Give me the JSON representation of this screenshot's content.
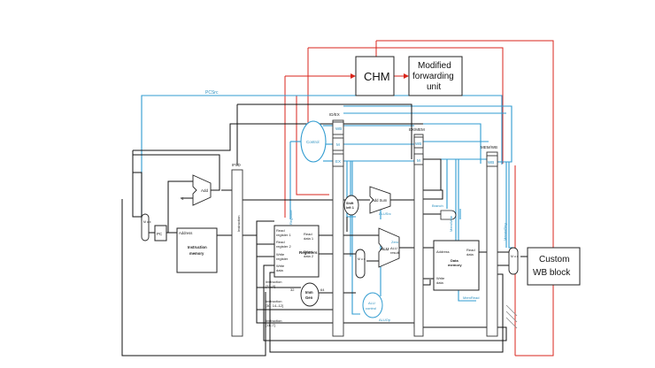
{
  "blocks": {
    "chm": "CHM",
    "forwarding_line1": "Modified",
    "forwarding_line2": "forwarding",
    "forwarding_line3": "unit",
    "custom_wb_line1": "Custom",
    "custom_wb_line2": "WB block",
    "control": "Control",
    "add1": "Add",
    "add_sum": "Add Sum",
    "shift_left_1": "Shift",
    "shift_left_2": "left 1",
    "pc": "PC",
    "instruction_memory_1": "Instruction",
    "instruction_memory_2": "memory",
    "registers": "Registers",
    "imm_gen_1": "Imm",
    "imm_gen_2": "Gen",
    "alu": "ALU",
    "alu_control_1": "ALU",
    "alu_control_2": "control",
    "data_memory_1": "Data",
    "data_memory_2": "memory"
  },
  "pipeline_registers": {
    "if_id": "IF/ID",
    "id_ex": "ID/EX",
    "ex_mem": "EX/MEM",
    "mem_wb": "MEM/WB"
  },
  "stage_fields": {
    "wb": "WB",
    "m": "M",
    "ex": "EX"
  },
  "signals": {
    "pcsrc": "PCSrc",
    "address": "Address",
    "instruction": "Instruction",
    "read_reg1_1": "Read",
    "read_reg1_2": "register 1",
    "read_reg2_1": "Read",
    "read_reg2_2": "register 2",
    "write_reg_1": "Write",
    "write_reg_2": "register",
    "write_data_1": "Write",
    "write_data_2": "data",
    "read_data1_1": "Read",
    "read_data1_2": "data 1",
    "read_data2_1": "Read",
    "read_data2_2": "data 2",
    "regwrite": "RegWrite",
    "alusrc": "ALUSrc",
    "branch": "Branch",
    "memwrite": "MemWrite",
    "memread": "MemRead",
    "memtoreg": "MemtoReg",
    "aluop": "ALUOp",
    "zero": "Zero",
    "alu_result_1": "ALU",
    "alu_result_2": "result",
    "mem_address": "Address",
    "mem_read_data_1": "Read",
    "mem_read_data_2": "data",
    "mem_write_data_1": "Write",
    "mem_write_data_2": "data",
    "bits_32": "32",
    "bits_64": "64",
    "instr_31_0_1": "Instruction",
    "instr_31_0_2": "[31–0]",
    "instr_30_1": "Instruction",
    "instr_30_2": "[30, 14–12]",
    "instr_11_7_1": "Instruction",
    "instr_11_7_2": "[11–7]",
    "four": "4",
    "mux": "M u x"
  },
  "colors": {
    "datapath": "#111111",
    "control": "#2f9bd0",
    "added": "#d9261c"
  }
}
